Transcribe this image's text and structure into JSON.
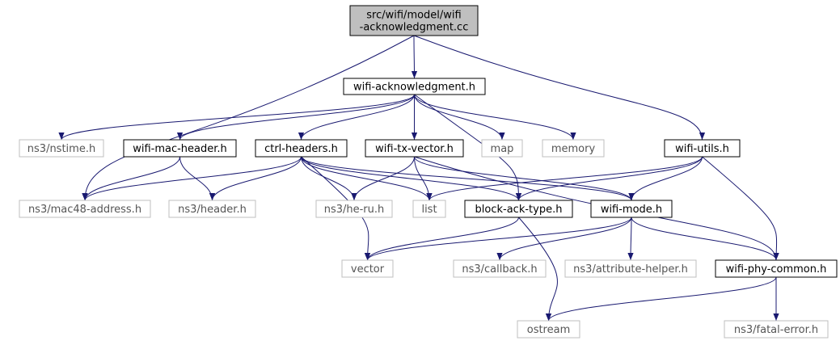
{
  "graph": {
    "root": "src/wifi/model/wifi-acknowledgment.cc",
    "colors": {
      "edge": "#191970",
      "root_fill": "#bfbfbf",
      "node_border": "#000000",
      "external_border": "#bfbfbf",
      "external_text": "#555555"
    },
    "nodes": {
      "root": {
        "lines": [
          "src/wifi/model/wifi",
          "-acknowledgment.cc"
        ],
        "kind": "root"
      },
      "wifi_ack_h": {
        "lines": [
          "wifi-acknowledgment.h"
        ],
        "kind": "internal"
      },
      "nstime": {
        "lines": [
          "ns3/nstime.h"
        ],
        "kind": "external"
      },
      "wifi_mac_header": {
        "lines": [
          "wifi-mac-header.h"
        ],
        "kind": "internal"
      },
      "ctrl_headers": {
        "lines": [
          "ctrl-headers.h"
        ],
        "kind": "internal"
      },
      "wifi_tx_vector": {
        "lines": [
          "wifi-tx-vector.h"
        ],
        "kind": "internal"
      },
      "map": {
        "lines": [
          "map"
        ],
        "kind": "external"
      },
      "memory": {
        "lines": [
          "memory"
        ],
        "kind": "external"
      },
      "wifi_utils": {
        "lines": [
          "wifi-utils.h"
        ],
        "kind": "internal"
      },
      "mac48": {
        "lines": [
          "ns3/mac48-address.h"
        ],
        "kind": "external"
      },
      "header": {
        "lines": [
          "ns3/header.h"
        ],
        "kind": "external"
      },
      "he_ru": {
        "lines": [
          "ns3/he-ru.h"
        ],
        "kind": "external"
      },
      "list": {
        "lines": [
          "list"
        ],
        "kind": "external"
      },
      "block_ack_type": {
        "lines": [
          "block-ack-type.h"
        ],
        "kind": "internal"
      },
      "wifi_mode": {
        "lines": [
          "wifi-mode.h"
        ],
        "kind": "internal"
      },
      "vector": {
        "lines": [
          "vector"
        ],
        "kind": "external"
      },
      "callback": {
        "lines": [
          "ns3/callback.h"
        ],
        "kind": "external"
      },
      "attribute_helper": {
        "lines": [
          "ns3/attribute-helper.h"
        ],
        "kind": "external"
      },
      "wifi_phy_common": {
        "lines": [
          "wifi-phy-common.h"
        ],
        "kind": "internal"
      },
      "ostream": {
        "lines": [
          "ostream"
        ],
        "kind": "external"
      },
      "fatal_error": {
        "lines": [
          "ns3/fatal-error.h"
        ],
        "kind": "external"
      }
    },
    "edges": [
      [
        "root",
        "wifi_ack_h"
      ],
      [
        "root",
        "mac48"
      ],
      [
        "root",
        "wifi_utils"
      ],
      [
        "wifi_ack_h",
        "nstime"
      ],
      [
        "wifi_ack_h",
        "wifi_mac_header"
      ],
      [
        "wifi_ack_h",
        "ctrl_headers"
      ],
      [
        "wifi_ack_h",
        "wifi_tx_vector"
      ],
      [
        "wifi_ack_h",
        "map"
      ],
      [
        "wifi_ack_h",
        "memory"
      ],
      [
        "wifi_ack_h",
        "block_ack_type"
      ],
      [
        "wifi_mac_header",
        "mac48"
      ],
      [
        "wifi_mac_header",
        "header"
      ],
      [
        "ctrl_headers",
        "mac48"
      ],
      [
        "ctrl_headers",
        "header"
      ],
      [
        "ctrl_headers",
        "he_ru"
      ],
      [
        "ctrl_headers",
        "list"
      ],
      [
        "ctrl_headers",
        "block_ack_type"
      ],
      [
        "ctrl_headers",
        "vector"
      ],
      [
        "ctrl_headers",
        "wifi_mode"
      ],
      [
        "wifi_tx_vector",
        "he_ru"
      ],
      [
        "wifi_tx_vector",
        "list"
      ],
      [
        "wifi_tx_vector",
        "wifi_mode"
      ],
      [
        "wifi_tx_vector",
        "wifi_phy_common"
      ],
      [
        "wifi_utils",
        "list"
      ],
      [
        "wifi_utils",
        "block_ack_type"
      ],
      [
        "wifi_utils",
        "wifi_mode"
      ],
      [
        "wifi_utils",
        "wifi_phy_common"
      ],
      [
        "block_ack_type",
        "vector"
      ],
      [
        "block_ack_type",
        "ostream"
      ],
      [
        "wifi_mode",
        "vector"
      ],
      [
        "wifi_mode",
        "callback"
      ],
      [
        "wifi_mode",
        "attribute_helper"
      ],
      [
        "wifi_mode",
        "wifi_phy_common"
      ],
      [
        "wifi_phy_common",
        "ostream"
      ],
      [
        "wifi_phy_common",
        "fatal_error"
      ]
    ]
  }
}
